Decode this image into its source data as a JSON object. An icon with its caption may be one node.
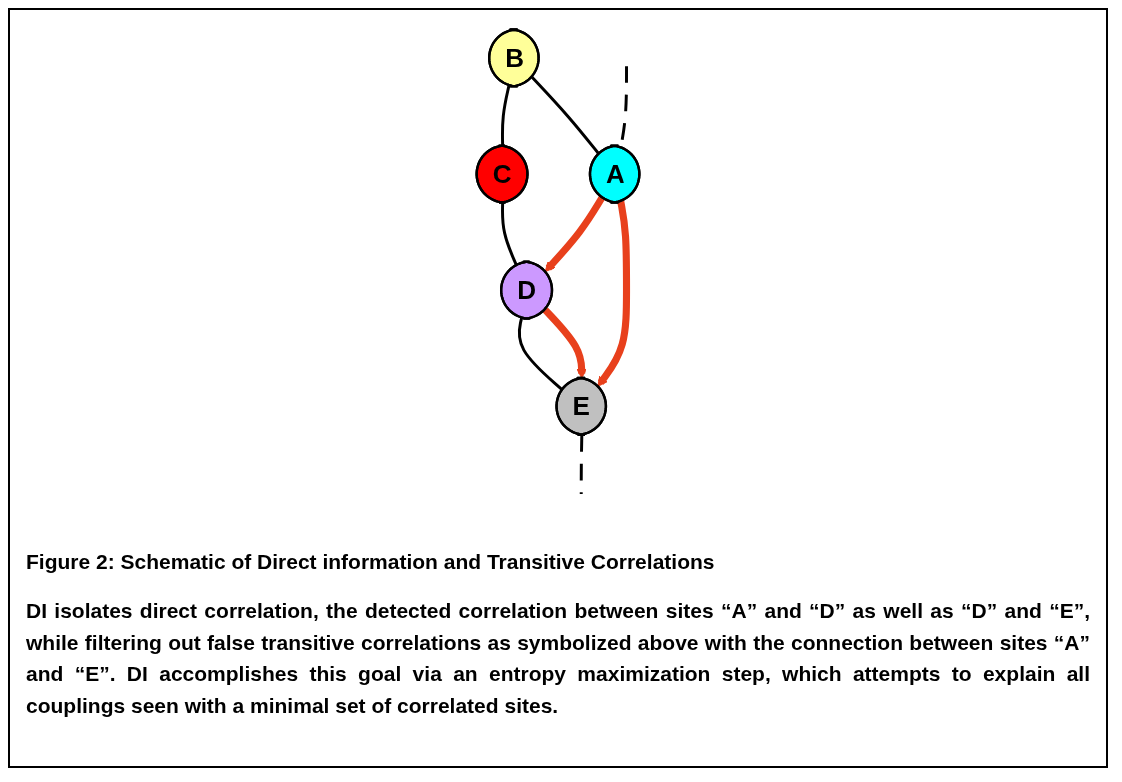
{
  "diagram": {
    "title": "Figure 2: Schematic of Direct information and Transitive Correlations",
    "caption": "DI isolates direct correlation, the detected correlation between sites “A” and “D” as well as “D” and “E”, while filtering out false transitive correlations as symbolized above with the connection between sites “A” and “E”. DI accomplishes this goal via an entropy maximization step, which attempts to explain all couplings seen with a minimal set of correlated sites.",
    "nodes": [
      {
        "text": [
          "B"
        ]
      },
      {
        "text": [
          "C"
        ]
      },
      {
        "text": [
          "A"
        ]
      },
      {
        "text": [
          "D"
        ]
      },
      {
        "text": [
          "E"
        ]
      }
    ],
    "edges": [
      {
        "from": 0,
        "to": 1,
        "arrow": "none"
      },
      {
        "from": 0,
        "to": 2,
        "arrow": "none"
      },
      {
        "from": 1,
        "to": 3,
        "arrow": "none"
      },
      {
        "from": 3,
        "to": 4,
        "arrow": "none"
      },
      {
        "from": null,
        "to": 2,
        "arrow": "none",
        "style": "dashed"
      },
      {
        "from": 4,
        "to": null,
        "arrow": "none",
        "style": "dashed"
      },
      {
        "from": 2,
        "to": 3,
        "arrow": "to",
        "style": "thick",
        "color": "#e8401c"
      },
      {
        "from": 3,
        "to": 4,
        "arrow": "to",
        "style": "thick",
        "color": "#e8401c"
      },
      {
        "from": 2,
        "to": 4,
        "arrow": "to",
        "style": "thick",
        "color": "#e8401c"
      }
    ]
  }
}
